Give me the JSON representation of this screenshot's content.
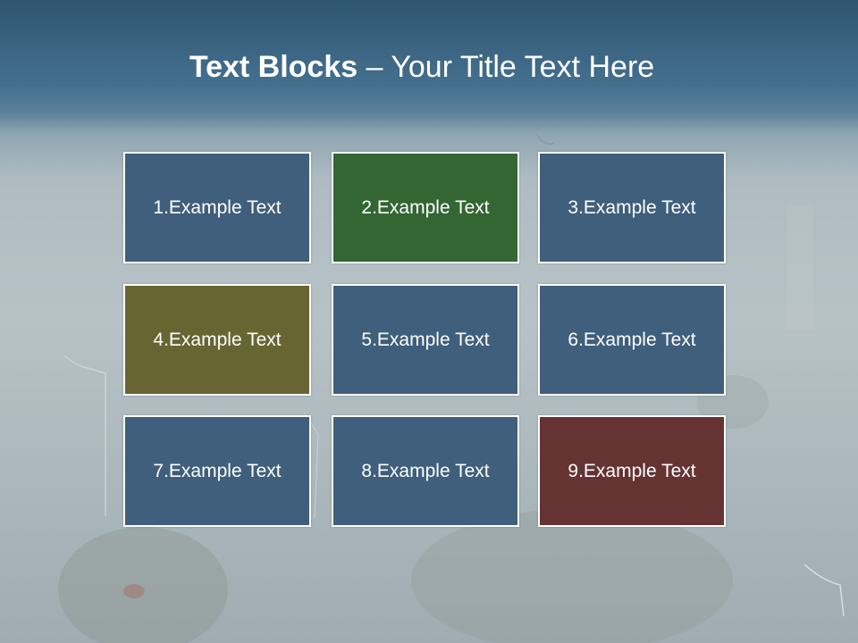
{
  "title": {
    "bold": "Text Blocks",
    "rest": " – Your Title Text Here"
  },
  "blocks": [
    {
      "label": "1.Example Text",
      "color": "#3f5f7c"
    },
    {
      "label": "2.Example Text",
      "color": "#336633"
    },
    {
      "label": "3.Example Text",
      "color": "#3f5f7c"
    },
    {
      "label": "4.Example Text",
      "color": "#676633"
    },
    {
      "label": "5.Example Text",
      "color": "#3f5f7c"
    },
    {
      "label": "6.Example Text",
      "color": "#3f5f7c"
    },
    {
      "label": "7.Example Text",
      "color": "#3f5f7c"
    },
    {
      "label": "8.Example Text",
      "color": "#3f5f7c"
    },
    {
      "label": "9.Example Text",
      "color": "#663333"
    }
  ]
}
